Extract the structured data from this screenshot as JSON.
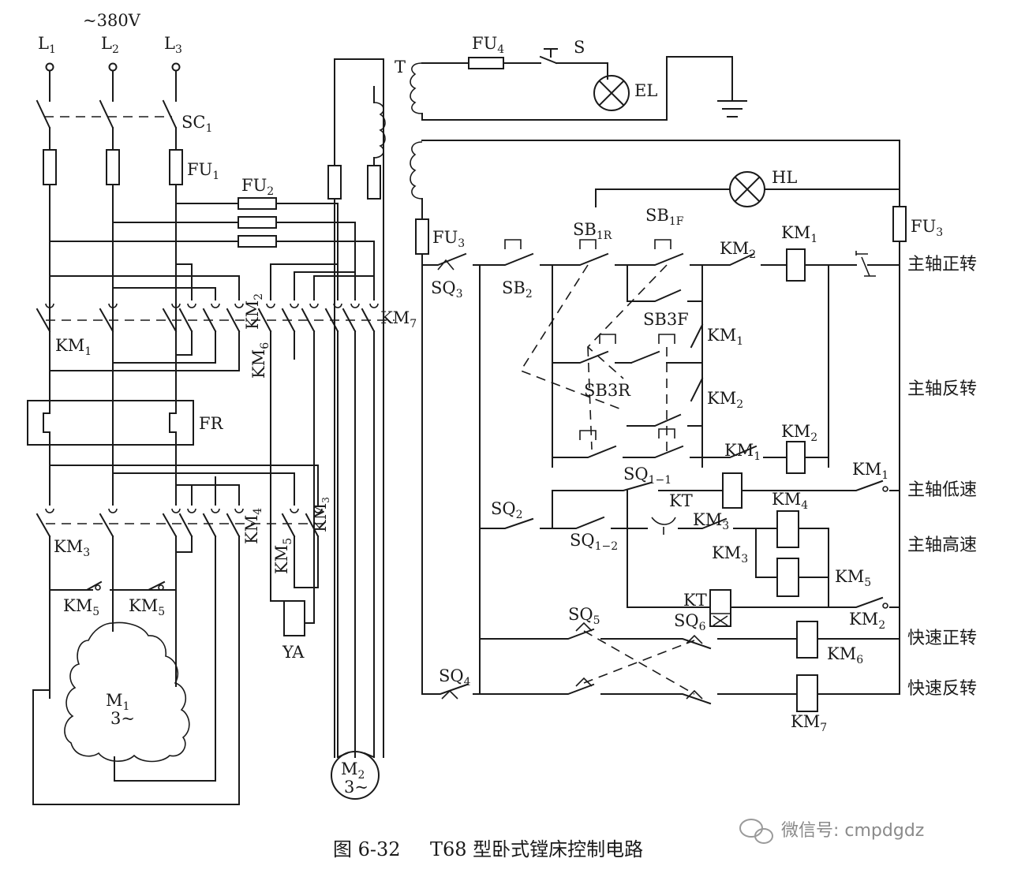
{
  "supply": {
    "voltage": "~380V",
    "phases": [
      "L",
      "L",
      "L"
    ],
    "phase_subs": [
      "1",
      "2",
      "3"
    ]
  },
  "power_labels": {
    "sc1": [
      "SC",
      "1"
    ],
    "fu1": [
      "FU",
      "1"
    ],
    "fu2": [
      "FU",
      "2"
    ],
    "km1": [
      "KM",
      "1"
    ],
    "km2": [
      "KM",
      "2"
    ],
    "km6": [
      "KM",
      "6"
    ],
    "km7": [
      "KM",
      "7"
    ],
    "fr": "FR",
    "km3": [
      "KM",
      "3"
    ],
    "km4": [
      "KM",
      "4"
    ],
    "km3b": [
      "KM",
      "3"
    ],
    "km5v": [
      "KM",
      "5"
    ],
    "km5a": [
      "KM",
      "5"
    ],
    "km5b": [
      "KM",
      "5"
    ],
    "ya": "YA",
    "m1": [
      "M",
      "1"
    ],
    "m1_type": "3~",
    "m2": [
      "M",
      "2"
    ],
    "m2_type": "3~"
  },
  "lighting_labels": {
    "t": "T",
    "fu4": [
      "FU",
      "4"
    ],
    "s": "S",
    "el": "EL",
    "hl": "HL"
  },
  "control_labels": {
    "fu3a": [
      "FU",
      "3"
    ],
    "fu3b": [
      "FU",
      "3"
    ],
    "sq3": [
      "SQ",
      "3"
    ],
    "sb2": [
      "SB",
      "2"
    ],
    "sb1r": [
      "SB",
      "1R"
    ],
    "sb1f": [
      "SB",
      "1F"
    ],
    "km2_top": [
      "KM",
      "2"
    ],
    "km1_coil": [
      "KM",
      "1"
    ],
    "sb3f": "SB3F",
    "km1_h": [
      "KM",
      "1"
    ],
    "sb3r": "SB3R",
    "km2_h": [
      "KM",
      "2"
    ],
    "km1_int": [
      "KM",
      "1"
    ],
    "km2_coil": [
      "KM",
      "2"
    ],
    "km1_low": [
      "KM",
      "1"
    ],
    "sq11": [
      "SQ",
      "1−1"
    ],
    "kt_top": "KT",
    "sq2": [
      "SQ",
      "2"
    ],
    "km4_coil": [
      "KM",
      "4"
    ],
    "km3_c": [
      "KM",
      "3"
    ],
    "sq12": [
      "SQ",
      "1−2"
    ],
    "km3_h": [
      "KM",
      "3"
    ],
    "km5_coil": [
      "KM",
      "5"
    ],
    "kt_coil": "KT",
    "sq6": [
      "SQ",
      "6"
    ],
    "km2_b": [
      "KM",
      "2"
    ],
    "sq5": [
      "SQ",
      "5"
    ],
    "km6_coil": [
      "KM",
      "6"
    ],
    "sq4": [
      "SQ",
      "4"
    ],
    "km7_coil": [
      "KM",
      "7"
    ]
  },
  "rung_names": [
    "主轴正转",
    "主轴反转",
    "主轴低速",
    "主轴高速",
    "快速正转",
    "快速反转"
  ],
  "caption": {
    "fig_no": "图 6-32",
    "title": "T68 型卧式镗床控制电路"
  },
  "watermark": "微信号: cmpdgdz",
  "icons": [
    "lamp-icon",
    "ground-icon",
    "wechat-icon"
  ]
}
